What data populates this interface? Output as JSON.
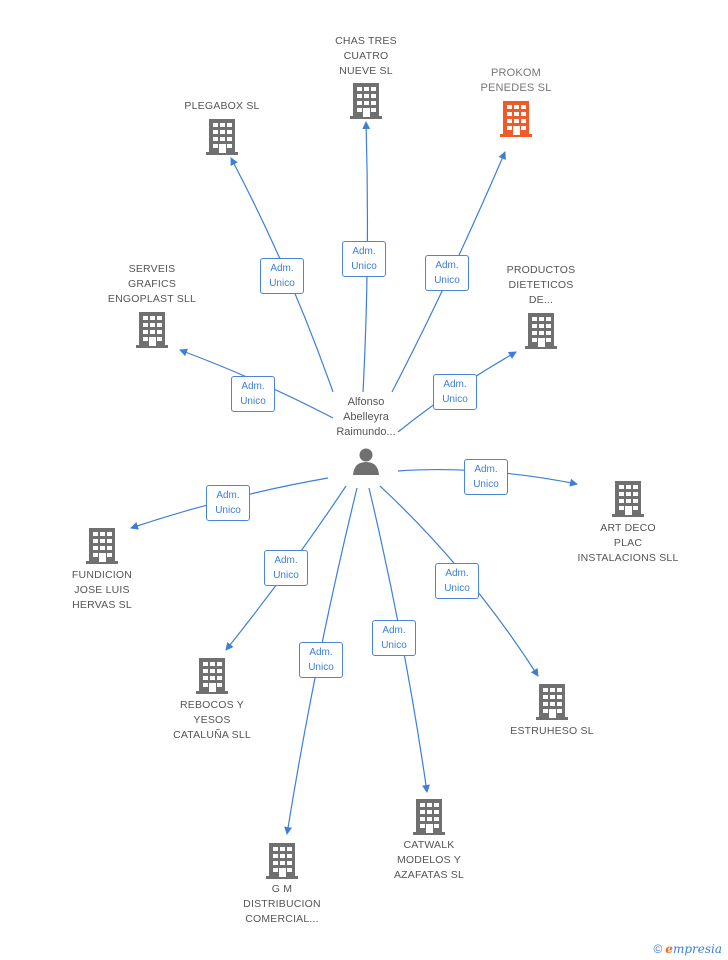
{
  "center": {
    "name": "Alfonso\nAbelleyra\nRaimundo..."
  },
  "relation_label": "Adm.\nUnico",
  "colors": {
    "edge": "#3d7fd6",
    "building": "#707070",
    "highlight": "#f05a28"
  },
  "companies": [
    {
      "id": "plegabox",
      "name": "PLEGABOX SL",
      "highlight": false
    },
    {
      "id": "chas",
      "name": "CHAS TRES\nCUATRO\nNUEVE SL",
      "highlight": false
    },
    {
      "id": "prokom",
      "name": "PROKOM\nPENEDES SL",
      "highlight": true
    },
    {
      "id": "serveis",
      "name": "SERVEIS\nGRAFICS\nENGOPLAST SLL",
      "highlight": false
    },
    {
      "id": "productos",
      "name": "PRODUCTOS\nDIETETICOS\nDE...",
      "highlight": false
    },
    {
      "id": "artdeco",
      "name": "ART DECO\nPLAC\nINSTALACIONS SLL",
      "highlight": false
    },
    {
      "id": "fundicion",
      "name": "FUNDICION\nJOSE LUIS\nHERVAS SL",
      "highlight": false
    },
    {
      "id": "rebocos",
      "name": "REBOCOS Y\nYESOS\nCATALUÑA SLL",
      "highlight": false
    },
    {
      "id": "estruheso",
      "name": "ESTRUHESO SL",
      "highlight": false
    },
    {
      "id": "gm",
      "name": "G M\nDISTRIBUCION\nCOMERCIAL...",
      "highlight": false
    },
    {
      "id": "catwalk",
      "name": "CATWALK\nMODELOS Y\nAZAFATAS SL",
      "highlight": false
    }
  ],
  "footer": {
    "copyright": "©",
    "brand_first": "e",
    "brand_rest": "mpresia"
  }
}
